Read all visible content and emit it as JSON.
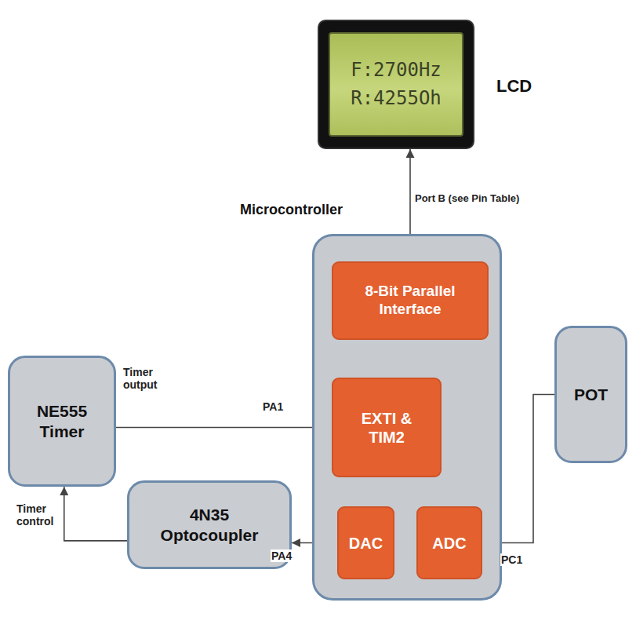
{
  "diagram": {
    "nodes": [
      {
        "text": [
          "F:2700Hz",
          "R:4255Oh",
          "LCD"
        ]
      },
      {
        "text": [
          "Microcontroller"
        ]
      },
      {
        "text": [
          "8-Bit Parallel Interface"
        ],
        "in": 1
      },
      {
        "text": [
          "EXTI & TIM2"
        ],
        "in": 1
      },
      {
        "text": [
          "DAC"
        ],
        "in": 1
      },
      {
        "text": [
          "ADC"
        ],
        "in": 1
      },
      {
        "text": [
          "NE555 Timer"
        ]
      },
      {
        "text": [
          "4N35 Optocoupler"
        ]
      },
      {
        "text": [
          "POT"
        ]
      }
    ],
    "edges": [
      {
        "from": 2,
        "to": 0,
        "arrow": "to",
        "label": "Port B (see Pin Table)"
      },
      {
        "from": 3,
        "to": 2,
        "arrow": "to"
      },
      {
        "from": 5,
        "to": 2,
        "arrow": "to"
      },
      {
        "from": 6,
        "to": 3,
        "arrow": "to",
        "label": "PA1"
      },
      {
        "from": 5,
        "to": 4,
        "arrow": "to"
      },
      {
        "from": 4,
        "to": 7,
        "arrow": "to",
        "label": "PA4"
      },
      {
        "from": 7,
        "to": 6,
        "arrow": "to",
        "label": "Timer control"
      },
      {
        "from": 8,
        "to": 5,
        "arrow": "to",
        "label": "PC1"
      }
    ],
    "labels": [
      "Timer output"
    ]
  }
}
